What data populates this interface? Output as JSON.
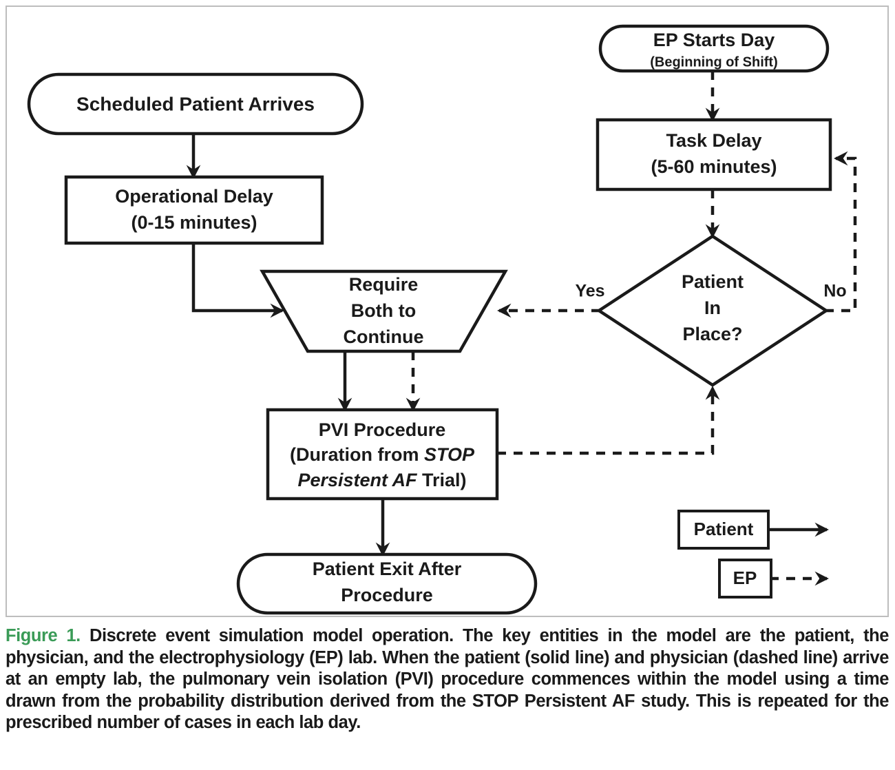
{
  "figure": {
    "label": "Figure 1.",
    "label_color": "#3a9b57",
    "caption_bold_lead": "Discrete event simulation model operation.",
    "caption_rest": "The key entities in the model are the patient, the physician, and the electrophysiology (EP) lab. When the patient (solid line) and physician (dashed line) arrive at an empty lab, the pulmonary vein isolation (PVI) procedure commences within the model using a time drawn from the probability distribution derived from the STOP Persistent AF study. This is repeated for the prescribed number of cases in each lab day.",
    "frame_color": "#bdbdbd"
  },
  "diagram": {
    "type": "flowchart",
    "line_color": "#1a1a1a",
    "fill_color": "#ffffff",
    "nodes": {
      "scheduled_patient_arrives": {
        "shape": "stadium",
        "line_style": "solid",
        "lines": [
          "Scheduled Patient Arrives"
        ]
      },
      "operational_delay": {
        "shape": "rectangle",
        "line_style": "solid",
        "lines": [
          "Operational Delay",
          "(0-15 minutes)"
        ]
      },
      "ep_starts_day": {
        "shape": "stadium",
        "line_style": "dashed",
        "lines": [
          "EP Starts Day",
          "(Beginning of Shift)"
        ]
      },
      "task_delay": {
        "shape": "rectangle",
        "line_style": "dashed",
        "lines": [
          "Task Delay",
          "(5-60 minutes)"
        ]
      },
      "patient_in_place": {
        "shape": "diamond",
        "line_style": "dashed",
        "lines": [
          "Patient",
          "In",
          "Place?"
        ]
      },
      "require_both": {
        "shape": "trapezoid",
        "line_style": "solid",
        "lines": [
          "Require",
          "Both to",
          "Continue"
        ]
      },
      "pvi_procedure": {
        "shape": "rectangle",
        "line_style": "solid",
        "lines": [
          "PVI Procedure",
          "(Duration from ",
          "STOP",
          "Persistent AF",
          " Trial)"
        ],
        "line1": "PVI Procedure",
        "line2_plain": "(Duration from ",
        "line2_italic": "STOP",
        "line3_italic": "Persistent AF",
        "line3_plain": " Trial)"
      },
      "patient_exit": {
        "shape": "stadium",
        "line_style": "solid",
        "lines": [
          "Patient Exit After",
          "Procedure"
        ]
      }
    },
    "edge_labels": {
      "yes": "Yes",
      "no": "No"
    },
    "legend": {
      "patient": {
        "label": "Patient",
        "line_style": "solid"
      },
      "ep": {
        "label": "EP",
        "line_style": "dashed"
      }
    }
  }
}
